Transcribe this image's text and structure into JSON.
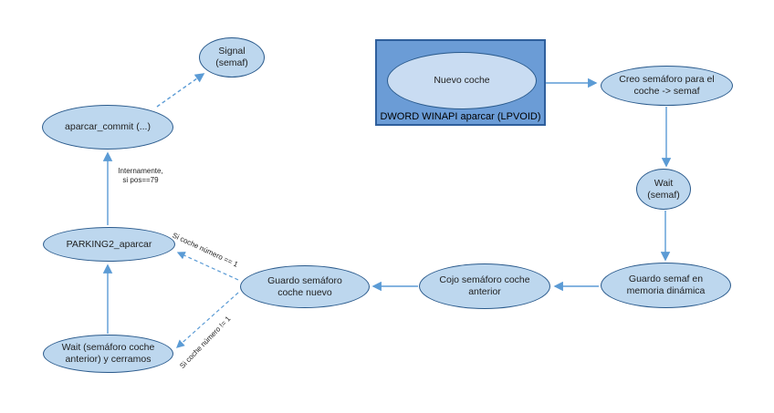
{
  "colors": {
    "node-fill": "#bdd7ee",
    "node-border": "#2a5a8c",
    "rect-fill": "#6b9cd6",
    "rect-border": "#2f5f9c",
    "inner-ellipse-fill": "#c9dcf2",
    "arrow": "#5b9bd5",
    "text": "#1f1f1f"
  },
  "nodes": {
    "signal": "Signal\n(semaf)",
    "aparcar_commit": "aparcar_commit (...)",
    "parking2": "PARKING2_aparcar",
    "wait_anterior": "Wait (semáforo coche\nanterior) y cerramos",
    "nuevo_coche": "Nuevo coche",
    "dword_caption": "DWORD WINAPI aparcar (LPVOID)",
    "creo_semaforo": "Creo semáforo para el\ncoche -> semaf",
    "wait_semaf": "Wait\n(semaf)",
    "guardo_semaf": "Guardo semaf en\nmemoria dinámica",
    "cojo_semaforo": "Cojo semáforo coche\nanterior",
    "guardo_nuevo": "Guardo semáforo\ncoche nuevo"
  },
  "edge_labels": {
    "internamente": "Internamente,\nsi pos==79",
    "si_igual": "Si coche número == 1",
    "si_distinto": "Si coche número != 1"
  }
}
